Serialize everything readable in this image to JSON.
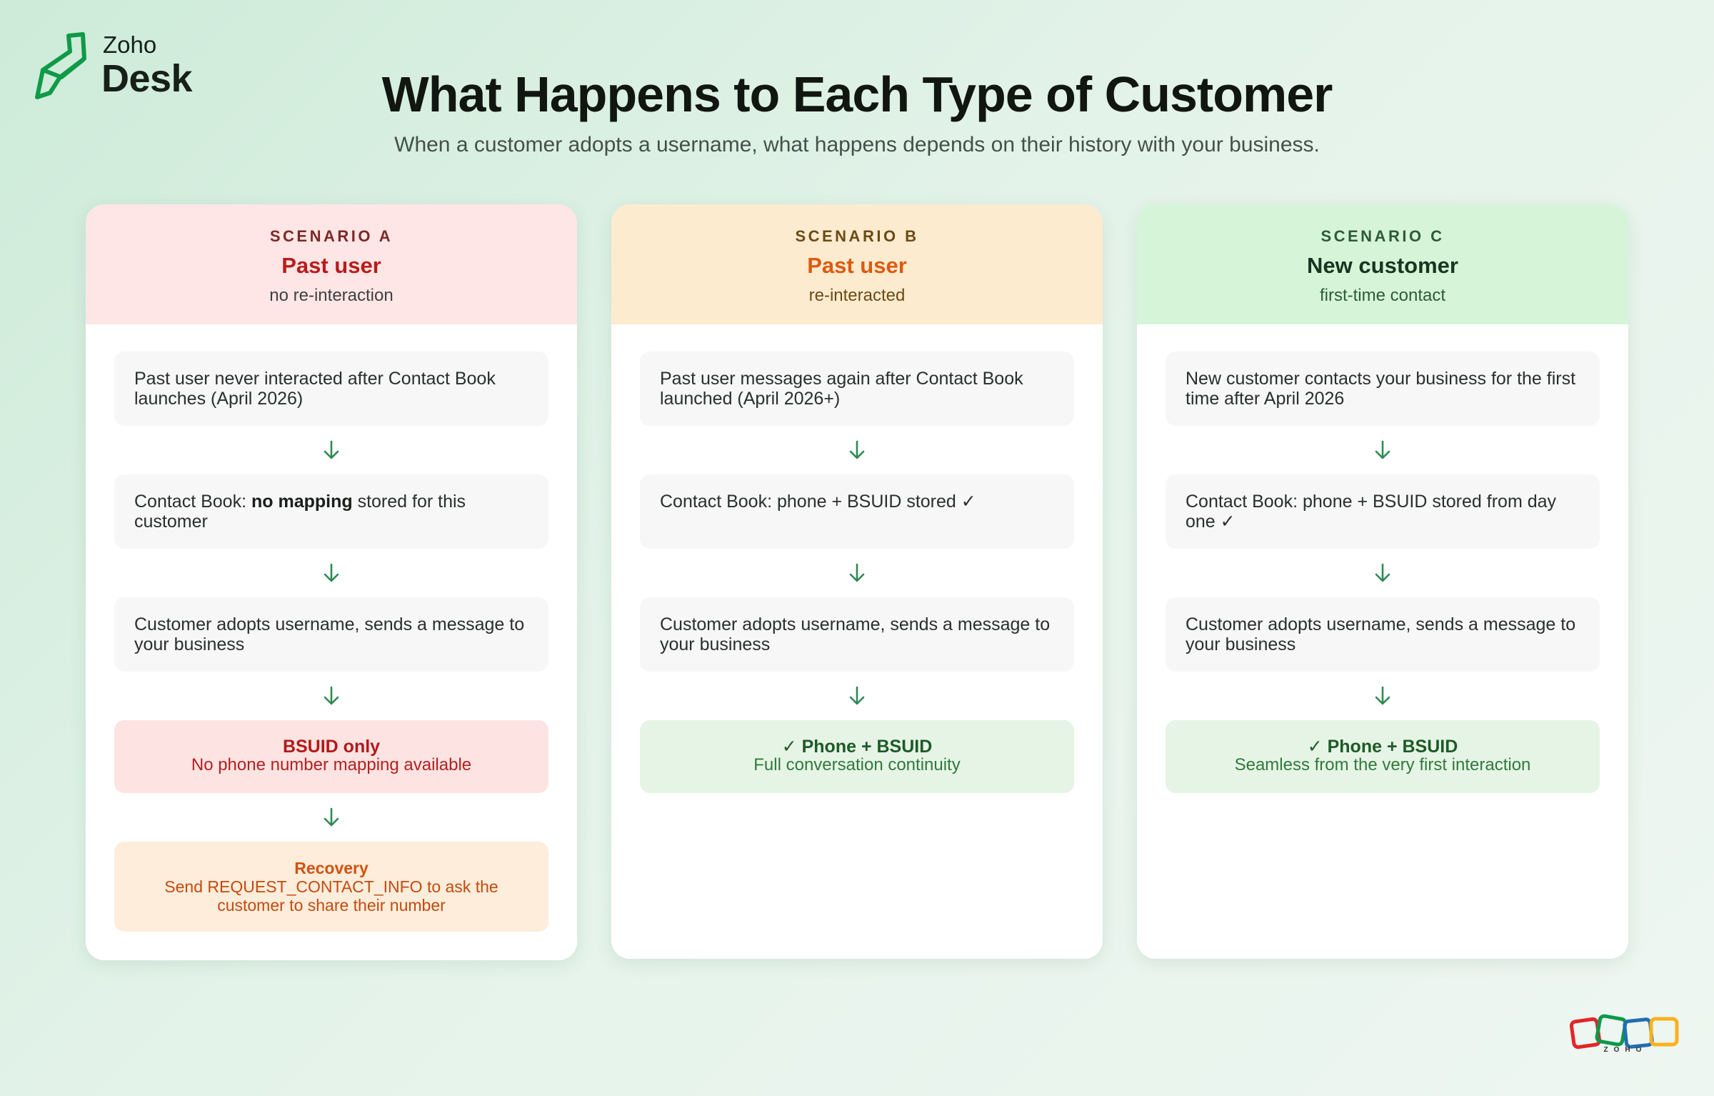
{
  "brand": {
    "small": "Zoho",
    "large": "Desk"
  },
  "title": "What Happens to Each Type of Customer",
  "subtitle": "When a customer adopts a username, what happens depends on their history with your business.",
  "colors": {
    "scenario_a_header": "#fde6e5",
    "scenario_b_header": "#fdebcf",
    "scenario_c_header": "#d6f5d8",
    "arrow": "#2e8a52",
    "red_text": "#b91c1c",
    "orange_text": "#dc5a10",
    "green_text": "#1d5a27"
  },
  "scenarios": [
    {
      "label": "SCENARIO A",
      "title": "Past user",
      "subtitle": "no re-interaction",
      "steps": [
        {
          "text": "Past user never interacted after Contact Book launches (April 2026)"
        },
        {
          "before": "Contact Book: ",
          "bold": "no mapping",
          "after": " stored for this customer"
        },
        {
          "text": "Customer adopts username, sends a message to your business"
        }
      ],
      "result": {
        "title": "BSUID only",
        "text": "No phone number mapping available"
      },
      "recovery": {
        "title": "Recovery",
        "text": "Send REQUEST_CONTACT_INFO to ask the customer to share their number"
      }
    },
    {
      "label": "SCENARIO B",
      "title": "Past user",
      "subtitle": "re-interacted",
      "steps": [
        {
          "text": "Past user messages again after Contact Book launched (April 2026+)"
        },
        {
          "text": "Contact Book: phone + BSUID stored ✓"
        },
        {
          "text": "Customer adopts username, sends a message to your business"
        }
      ],
      "result": {
        "title": "✓ Phone + BSUID",
        "text": "Full conversation continuity"
      }
    },
    {
      "label": "SCENARIO C",
      "title": "New customer",
      "subtitle": "first-time contact",
      "steps": [
        {
          "text": "New customer contacts your business for the first time after April 2026"
        },
        {
          "text": "Contact Book: phone + BSUID stored from day one ✓"
        },
        {
          "text": "Customer adopts username, sends a message to your business"
        }
      ],
      "result": {
        "title": "✓ Phone + BSUID",
        "text": "Seamless from the very first interaction"
      }
    }
  ],
  "footer_logo": {
    "text": "ZOHO"
  }
}
